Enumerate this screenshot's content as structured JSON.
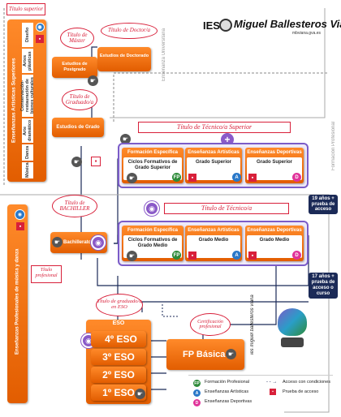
{
  "logo": {
    "prefix": "IES",
    "name": "Miguel Ballesteros Viana",
    "url": "mbviana.gva.es",
    "footer": "ies miguel ballesteros viana"
  },
  "left_col": {
    "top_title": "Título superior",
    "vertical_title": "Enseñanzas Artísticas Superiores",
    "items": [
      "Diseño",
      "Artes plásticas",
      "Conservación-restauración de bienes culturales",
      "Arte dramático",
      "Danza",
      "Música"
    ]
  },
  "left_col2": {
    "vertical_title": "Enseñanzas Profesionales de música y danza",
    "titulo_profesional": "Título profesional"
  },
  "university": {
    "label": "Enseñanza Universitaria",
    "titulo_master": "Título de Máster",
    "titulo_doctor": "Título de Doctor/a",
    "postgrado": "Estudios de Postgrado",
    "doctorado": "Estudios de Doctorado",
    "titulo_graduado": "Título de Graduado/a",
    "grado": "Estudios de Grado"
  },
  "fp_label": "Formación Profesional",
  "superior": {
    "title": "Título de Técnico/a Superior",
    "cols": [
      {
        "head": "Formación Específica",
        "body": "Ciclos Formativos de Grado Superior",
        "badge": "FP"
      },
      {
        "head": "Enseñanzas Artísticas",
        "body": "Grado Superior",
        "badge": "A"
      },
      {
        "head": "Enseñanzas Deportivas",
        "body": "Grado Superior",
        "badge": "D"
      }
    ]
  },
  "medio": {
    "title": "Título de Técnico/a",
    "cols": [
      {
        "head": "Formación Específica",
        "body": "Ciclos Formativos de Grado Medio",
        "badge": "FP"
      },
      {
        "head": "Enseñanzas Artísticas",
        "body": "Grado Medio",
        "badge": "A"
      },
      {
        "head": "Enseñanzas Deportivas",
        "body": "Grado Medio",
        "badge": "D"
      }
    ]
  },
  "access_19": "19 años + prueba de acceso",
  "access_17": "17 años + prueba de acceso o curso",
  "bachiller": {
    "label": "Bachillerato",
    "title": "Título de BACHILLER"
  },
  "eso": {
    "header": "ESO",
    "grades": [
      "4º ESO",
      "3º ESO",
      "2º ESO",
      "1º ESO"
    ],
    "title": "Título de graduado/a en ESO"
  },
  "fpbasica": {
    "label": "FP Básica",
    "cert": "Certificación profesional"
  },
  "legend": {
    "items": [
      {
        "sym": "FP",
        "label": "Formación Profesional",
        "color": "#2e8b3a"
      },
      {
        "sym": "A",
        "label": "Enseñanzas Artísticas",
        "color": "#2a78c8"
      },
      {
        "sym": "D",
        "label": "Enseñanzas Deportivas",
        "color": "#e0339a"
      }
    ],
    "conditions": "Acceso con condiciones",
    "test": "Prueba de acceso"
  }
}
